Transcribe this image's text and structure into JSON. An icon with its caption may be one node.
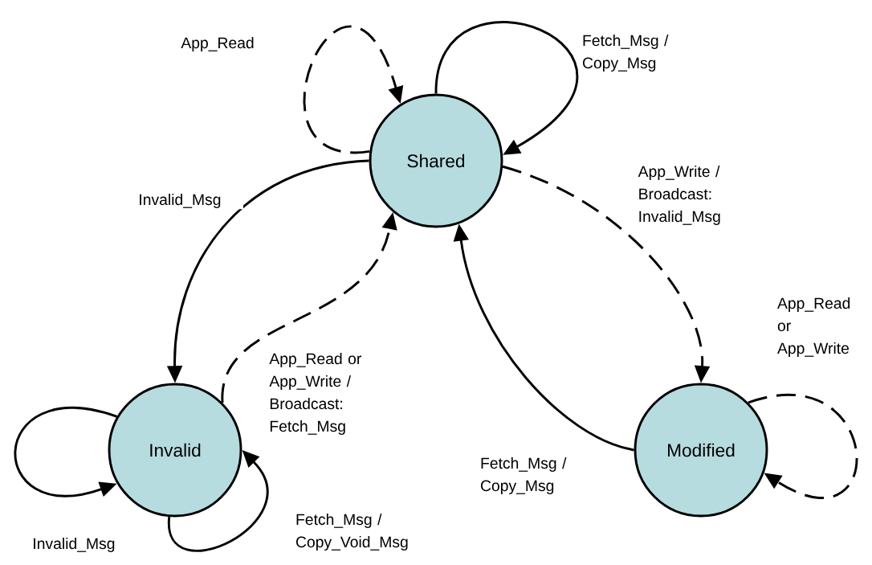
{
  "diagram": {
    "nodes": [
      {
        "text": [
          "Shared"
        ]
      },
      {
        "text": [
          "Invalid"
        ]
      },
      {
        "text": [
          "Modified"
        ]
      }
    ],
    "edges": [
      {
        "from": 0,
        "to": 0,
        "arrow": "to",
        "style": "dashed",
        "label": "App_Read"
      },
      {
        "from": 0,
        "to": 0,
        "arrow": "to",
        "label": "Fetch_Msg / Copy_Msg"
      },
      {
        "from": 0,
        "to": 2,
        "arrow": "to",
        "style": "dashed",
        "label": "App_Write / Broadcast: Invalid_Msg"
      },
      {
        "from": 0,
        "to": 1,
        "arrow": "to",
        "label": "Invalid_Msg"
      },
      {
        "from": 1,
        "to": 0,
        "arrow": "to",
        "style": "dashed",
        "label": "App_Read or App_Write / Broadcast: Fetch_Msg"
      },
      {
        "from": 2,
        "to": 0,
        "arrow": "to",
        "label": "Fetch_Msg / Copy_Msg"
      },
      {
        "from": 2,
        "to": 2,
        "arrow": "to",
        "style": "dashed",
        "label": "App_Read or App_Write"
      },
      {
        "from": 1,
        "to": 1,
        "arrow": "to",
        "label": "Invalid_Msg"
      },
      {
        "from": 1,
        "to": 1,
        "arrow": "to",
        "label": "Fetch_Msg / Copy_Void_Msg"
      }
    ]
  }
}
